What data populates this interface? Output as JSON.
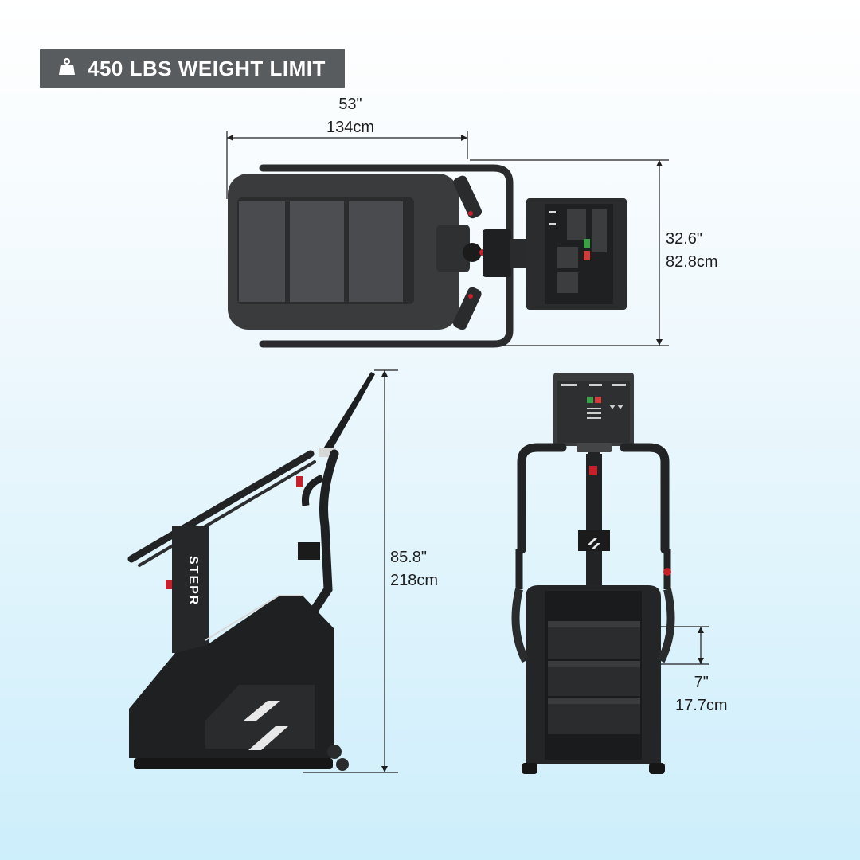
{
  "badge": {
    "icon": "weight-icon",
    "text": "450 LBS WEIGHT LIMIT"
  },
  "dimensions": {
    "width": {
      "imperial": "53\"",
      "metric": "134cm"
    },
    "depth": {
      "imperial": "32.6\"",
      "metric": "82.8cm"
    },
    "height": {
      "imperial": "85.8\"",
      "metric": "218cm"
    },
    "step": {
      "imperial": "7\"",
      "metric": "17.7cm"
    }
  },
  "colors": {
    "machine": "#232425",
    "accent_red": "#c8202a",
    "badge": "#595c5f",
    "line": "#1e1e1e"
  }
}
